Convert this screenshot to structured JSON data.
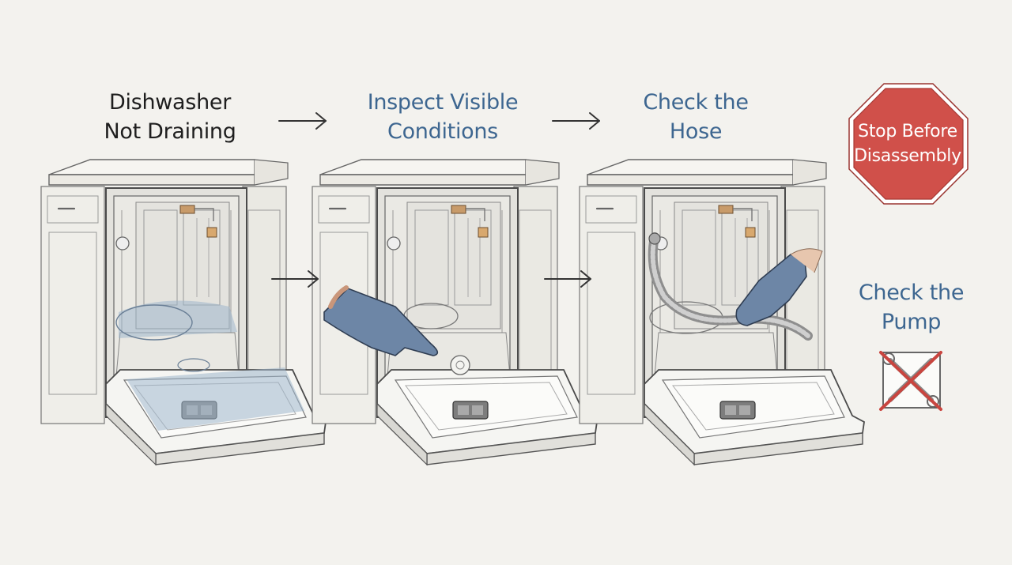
{
  "steps": [
    {
      "line1": "Dishwasher",
      "line2": "Not Draining",
      "style": "dark"
    },
    {
      "line1": "Inspect Visible",
      "line2": "Conditions",
      "style": "blue"
    },
    {
      "line1": "Check the",
      "line2": "Hose",
      "style": "blue"
    }
  ],
  "stop_sign": {
    "line1": "Stop Before",
    "line2": "Disassembly"
  },
  "pump": {
    "line1": "Check the",
    "line2": "Pump"
  },
  "colors": {
    "background": "#f3f2ee",
    "title_dark": "#1e1e1e",
    "title_blue": "#3d6690",
    "stop_red": "#d0504a",
    "glove": "#6d86a6",
    "water": "#9fb6cc",
    "cross_red": "#c9453f",
    "line": "#555555"
  },
  "icons": [
    "arrow-right-icon",
    "stop-sign-icon",
    "glove-hand-icon",
    "hose-icon",
    "pump-wrench-icon",
    "cross-out-icon"
  ]
}
